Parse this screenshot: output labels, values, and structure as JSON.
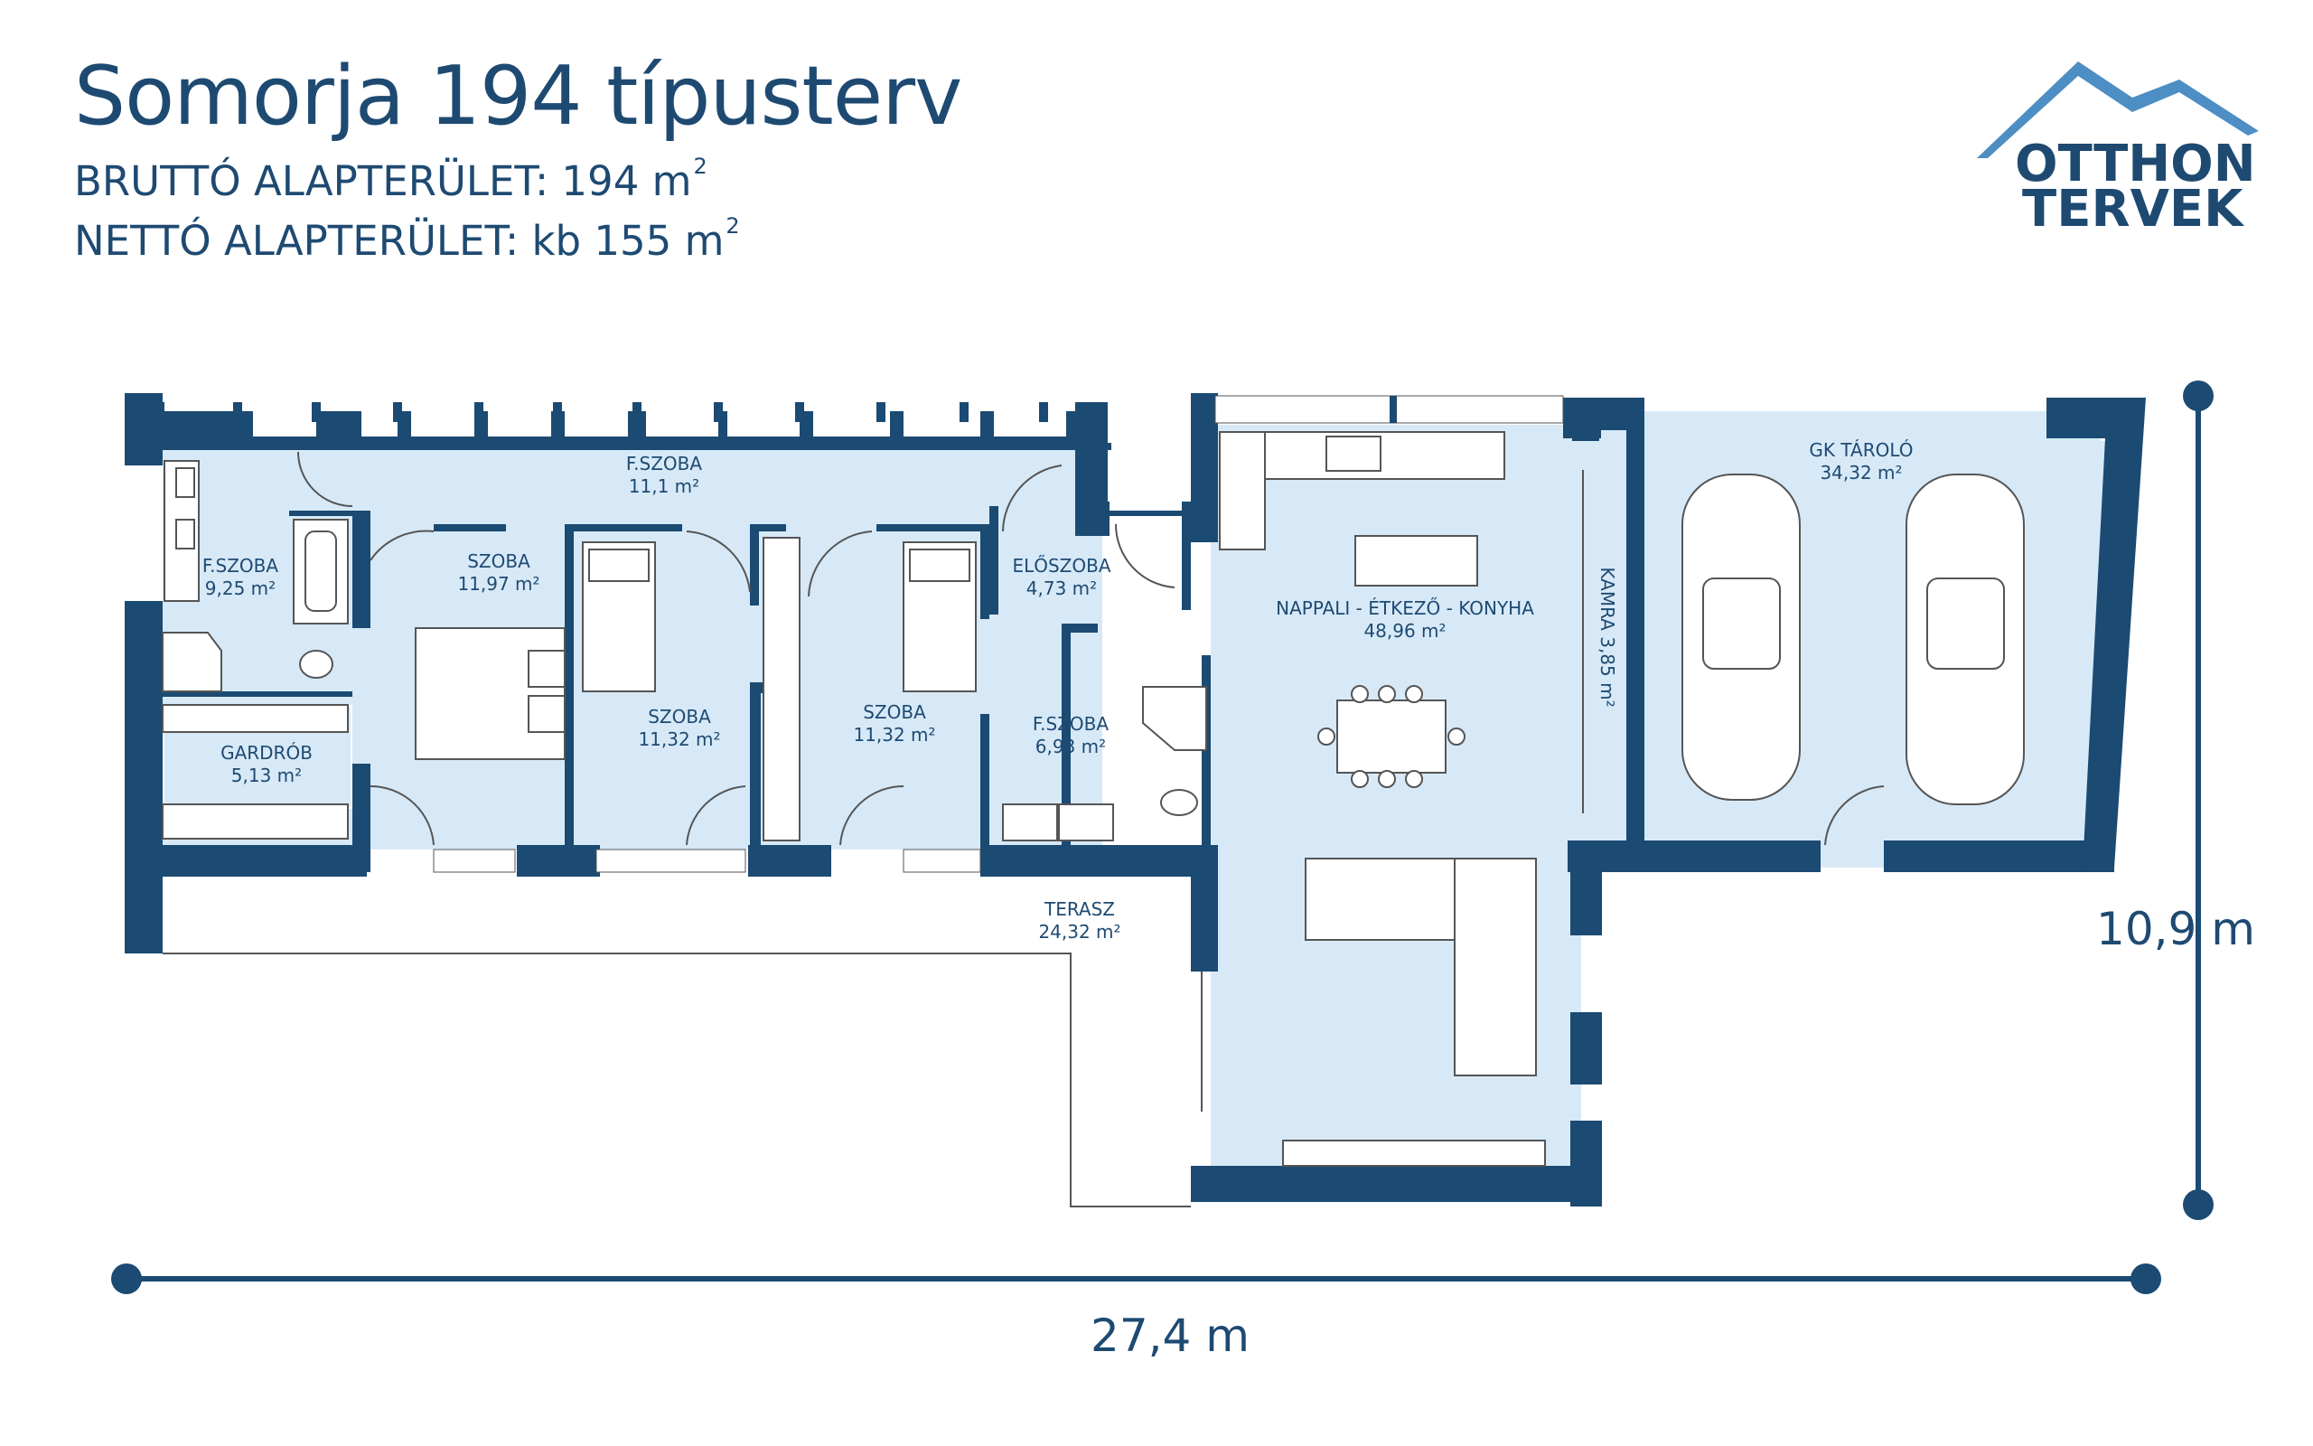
{
  "header": {
    "title": "Somorja 194 típusterv",
    "brutto": "BRUTTÓ ALAPTERÜLET: 194 m",
    "netto": "NETTÓ ALAPTERÜLET: kb 155 m",
    "sup": "2"
  },
  "logo": {
    "line1": "OTTHON",
    "line2": "TERVEK",
    "icon": "mountain-icon"
  },
  "rooms": [
    {
      "id": "fszoba-top",
      "name": "F.SZOBA",
      "area": "11,1 m²"
    },
    {
      "id": "fszoba-left",
      "name": "F.SZOBA",
      "area": "9,25 m²"
    },
    {
      "id": "gardrob",
      "name": "GARDRÓB",
      "area": "5,13 m²"
    },
    {
      "id": "szoba-1",
      "name": "SZOBA",
      "area": "11,97 m²"
    },
    {
      "id": "szoba-2",
      "name": "SZOBA",
      "area": "11,32 m²"
    },
    {
      "id": "szoba-3",
      "name": "SZOBA",
      "area": "11,32 m²"
    },
    {
      "id": "eloszoba",
      "name": "ELŐSZOBA",
      "area": "4,73 m²"
    },
    {
      "id": "fszoba-small",
      "name": "F.SZOBA",
      "area": "6,93 m²"
    },
    {
      "id": "nappali",
      "name": "NAPPALI - ÉTKEZŐ - KONYHA",
      "area": "48,96 m²"
    },
    {
      "id": "kamra",
      "name": "KAMRA 3,85 m²",
      "area": ""
    },
    {
      "id": "gk-tarolo",
      "name": "GK TÁROLÓ",
      "area": "34,32 m²"
    },
    {
      "id": "terasz",
      "name": "TERASZ",
      "area": "24,32 m²"
    }
  ],
  "dimensions": {
    "width": "27,4 m",
    "height": "10,9 m"
  },
  "colors": {
    "wall": "#1b4a72",
    "floor": "#d7e9f7",
    "text": "#1e4a72",
    "logo_light": "#4d8ec4"
  }
}
